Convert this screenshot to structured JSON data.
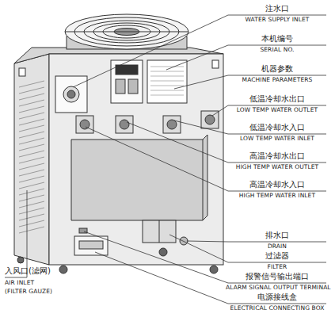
{
  "diagram": {
    "labels": [
      "注水口",
      "WATER SUPPLY INLET",
      "本机编号",
      "SERIAL NO.",
      "机器参数",
      "MACHINE PARAMETERS",
      "低温冷却水出口",
      "LOW TEMP WATER OUTLET",
      "低温冷却水入口",
      "LOW TEMP WATER INLET",
      "高温冷却水出口",
      "HIGH TEMP WATER OUTLET",
      "高温冷却水入口",
      "HIGH TEMP WATER INLET",
      "排水口",
      "DRAIN",
      "过滤器",
      "FILTER",
      "报警信号输出端口",
      "ALARM SIGNAL OUTPUT TERMINAL",
      "电源接线盒",
      "ELECTRICAL CONNECTING BOX",
      "入风口(滤网)",
      "AIR INLET",
      "(FILTER GAUZE)"
    ]
  }
}
